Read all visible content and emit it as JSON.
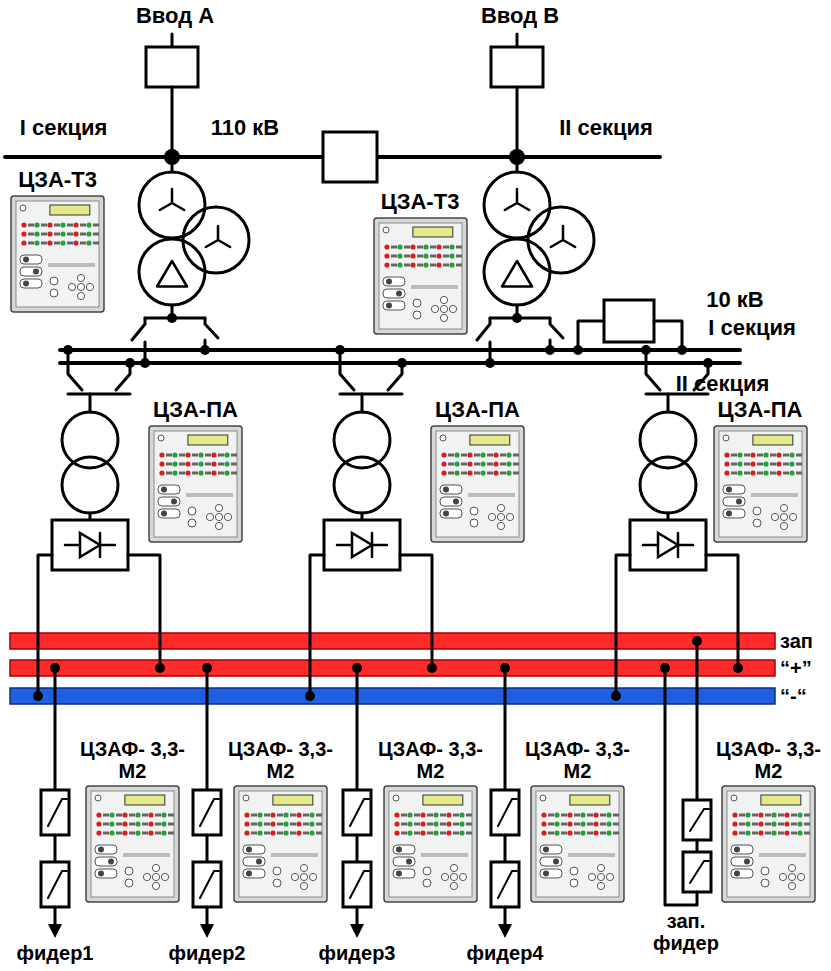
{
  "diagram": {
    "nodes": [
      {
        "text": [
          "ЦЗА-Т3"
        ]
      },
      {
        "text": [
          "ЦЗА-Т3"
        ]
      },
      {
        "text": [
          "ЦЗА-ПА"
        ]
      },
      {
        "text": [
          "ЦЗА-ПА"
        ]
      },
      {
        "text": [
          "ЦЗА-ПА"
        ]
      },
      {
        "text": [
          "ЦЗАФ- 3,3-М2"
        ]
      },
      {
        "text": [
          "ЦЗАФ- 3,3-М2"
        ]
      },
      {
        "text": [
          "ЦЗАФ- 3,3-М2"
        ]
      },
      {
        "text": [
          "ЦЗАФ- 3,3-М2"
        ]
      },
      {
        "text": [
          "ЦЗАФ- 3,3-М2"
        ]
      },
      {
        "text": [
          "зап"
        ]
      },
      {
        "text": [
          "“+”"
        ]
      },
      {
        "text": [
          "“-“"
        ]
      }
    ],
    "labels": [
      "Ввод А",
      "Ввод В",
      "I секция",
      "110 кВ",
      "II секция",
      "10 кВ",
      "I секция",
      "II секция",
      "фидер1",
      "фидер2",
      "фидер3",
      "фидер4",
      "зап. фидер"
    ]
  }
}
